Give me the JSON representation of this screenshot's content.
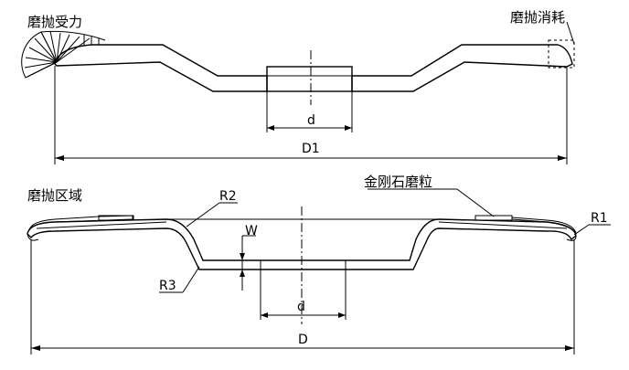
{
  "top_view": {
    "label_force": "磨抛受力",
    "label_wear": "磨抛消耗",
    "dim_inner": "d",
    "dim_outer": "D1"
  },
  "bottom_view": {
    "label_area": "磨抛区域",
    "label_grit": "金刚石磨粒",
    "label_r1": "R1",
    "label_r2": "R2",
    "label_r3": "R3",
    "label_w": "W",
    "dim_inner": "d",
    "dim_outer": "D"
  }
}
